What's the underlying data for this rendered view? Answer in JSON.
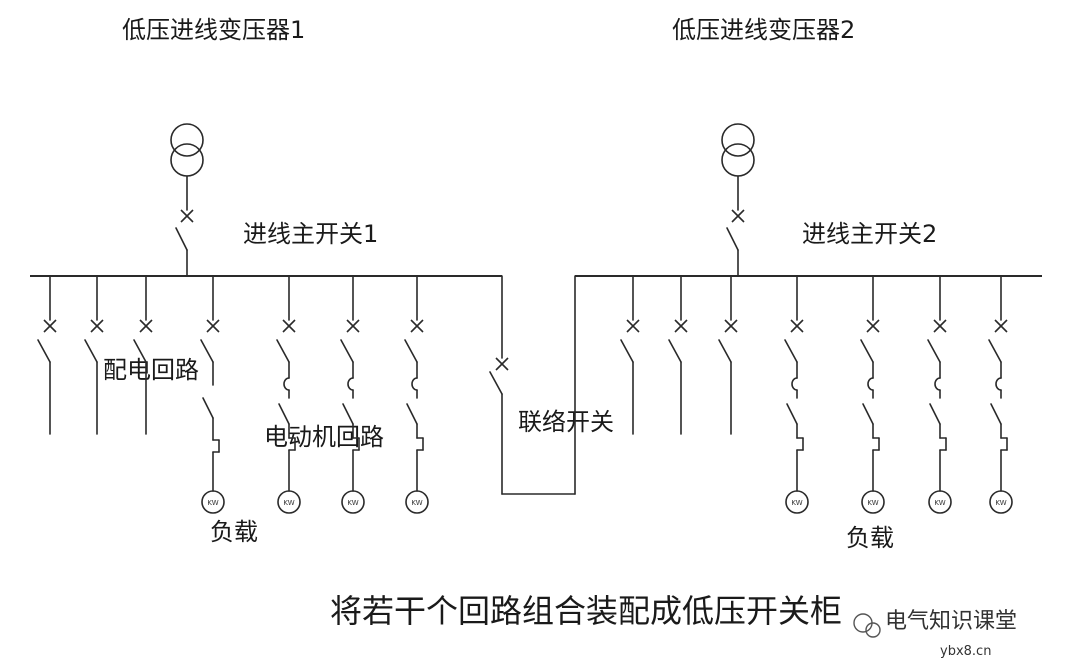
{
  "labels": {
    "transformer_1": "低压进线变压器1",
    "transformer_2": "低压进线变压器2",
    "main_switch_1": "进线主开关1",
    "main_switch_2": "进线主开关2",
    "distribution_circuit": "配电回路",
    "motor_circuit": "电动机回路",
    "tie_switch": "联络开关",
    "load_left": "负载",
    "load_right": "负载",
    "caption": "将若干个回路组合装配成低压开关柜",
    "load_symbol": "KW"
  },
  "watermark": {
    "name": "电气知识课堂",
    "site": "ybx8.cn"
  },
  "colors": {
    "line": "#2a2a2a",
    "text": "#1a1a1a",
    "background": "#ffffff"
  }
}
